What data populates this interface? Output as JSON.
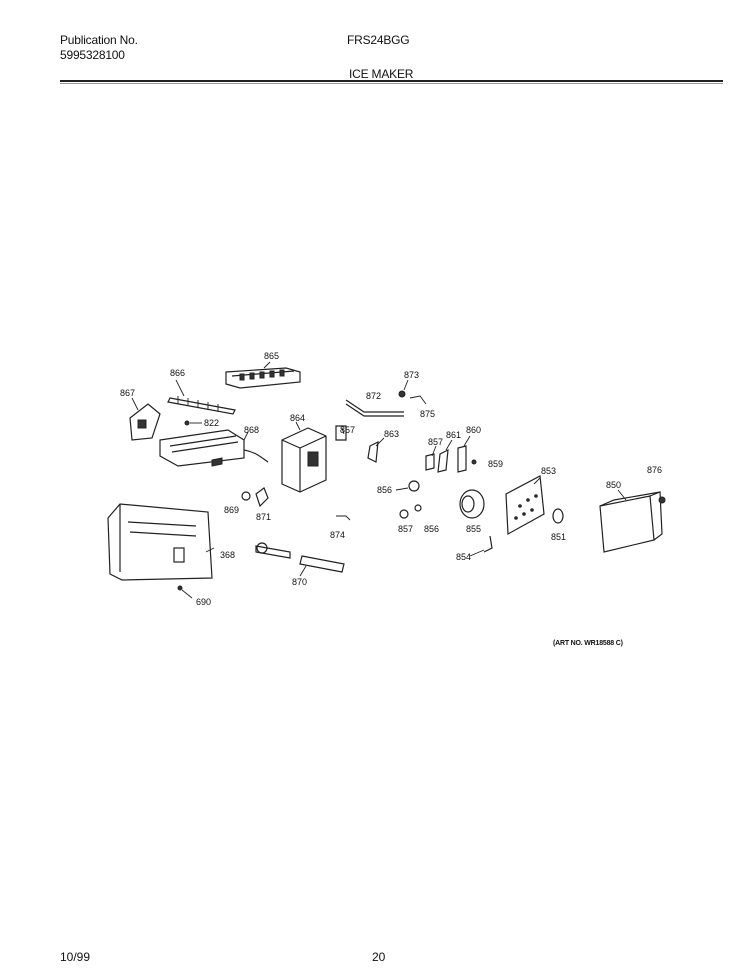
{
  "header": {
    "publication_label": "Publication No.",
    "publication_number": "5995328100",
    "model": "FRS24BGG",
    "section_title": "ICE MAKER"
  },
  "footer": {
    "date": "10/99",
    "page": "20"
  },
  "art_number": "(ART NO. WR18588 C)",
  "part_labels": {
    "p865": "865",
    "p866": "866",
    "p867": "867",
    "p822": "822",
    "p868": "868",
    "p864": "864",
    "p872": "872",
    "p873": "873",
    "p875": "875",
    "p857a": "857",
    "p863": "863",
    "p857b": "857",
    "p861": "861",
    "p860": "860",
    "p859": "859",
    "p853": "853",
    "p876": "876",
    "p850": "850",
    "p856a": "856",
    "p869": "869",
    "p871": "871",
    "p888": "368",
    "p874": "874",
    "p857c": "857",
    "p856b": "856",
    "p855": "855",
    "p854": "854",
    "p851": "851",
    "p870": "870",
    "p690": "690"
  }
}
